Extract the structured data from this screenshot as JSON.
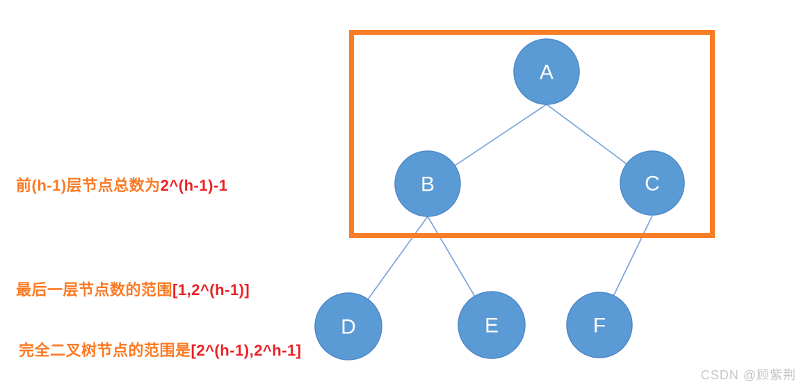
{
  "tree": {
    "nodes": [
      {
        "id": "A",
        "label": "A"
      },
      {
        "id": "B",
        "label": "B"
      },
      {
        "id": "C",
        "label": "C"
      },
      {
        "id": "D",
        "label": "D"
      },
      {
        "id": "E",
        "label": "E"
      },
      {
        "id": "F",
        "label": "F"
      }
    ],
    "edges": [
      [
        "A",
        "B"
      ],
      [
        "A",
        "C"
      ],
      [
        "B",
        "D"
      ],
      [
        "B",
        "E"
      ],
      [
        "C",
        "F"
      ]
    ]
  },
  "annotations": [
    {
      "text_orange": "前(h-1)层节点总数为",
      "text_red": "2^(h-1)-1"
    },
    {
      "text_orange": "最后一层节点数的范围",
      "text_red": "[1,2^(h-1)]"
    },
    {
      "text_orange": "完全二叉树节点的范围是",
      "text_red": "[2^(h-1),2^h-1]"
    }
  ],
  "watermark": "CSDN @顾紫荆",
  "colors": {
    "node_fill": "#5b9bd5",
    "node_stroke": "#4e88c7",
    "edge_stroke": "#7ea9dc",
    "highlight_box": "#f97d26",
    "annotation_orange": "#fb7a24",
    "annotation_red": "#eb2126",
    "watermark_gray": "#c6c6c6",
    "node_text": "#ffffff"
  }
}
